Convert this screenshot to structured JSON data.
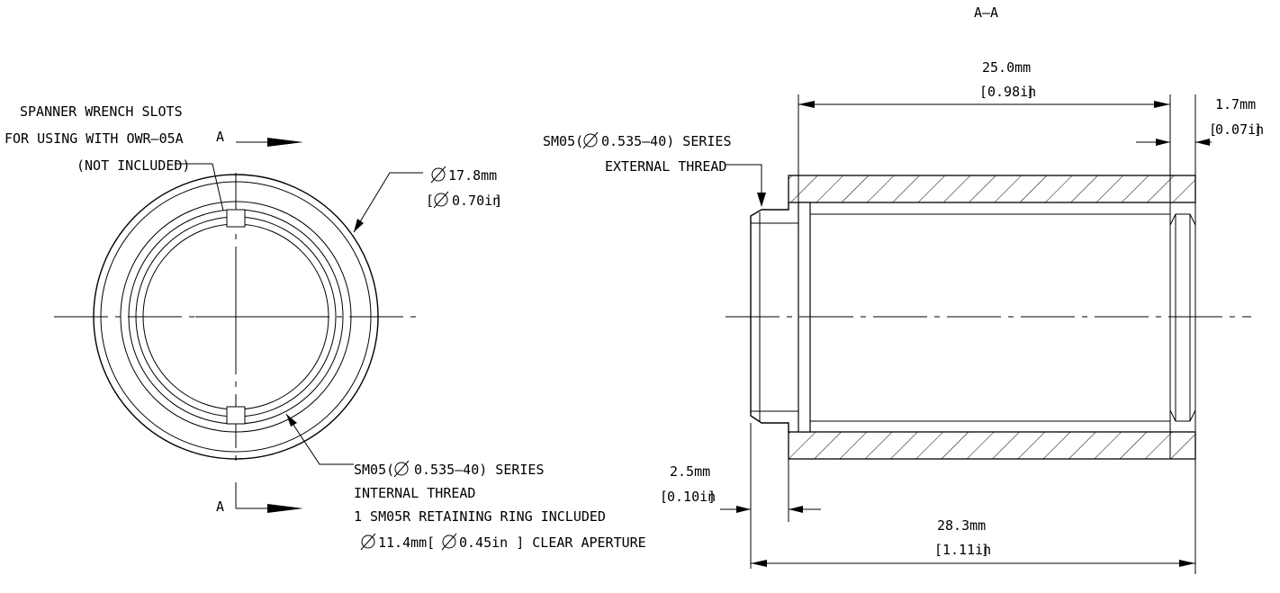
{
  "section_label": "A–A",
  "section_marker": "A",
  "front_view": {
    "spanner_note": [
      "SPANNER WRENCH SLOTS",
      "FOR USING WITH OWR–05A",
      "(NOT INCLUDED)"
    ],
    "outer_dia_mm": "17.8mm",
    "outer_dia_in": "0.70in",
    "thread_note": [
      "SM05(",
      "0.535–40) SERIES",
      "INTERNAL THREAD",
      "1 SM05R RETAINING RING INCLUDED"
    ],
    "aperture_mm": "11.4mm[",
    "aperture_in": "0.45in ] CLEAR APERTURE"
  },
  "section_view": {
    "ext_thread_line1_a": "SM05(",
    "ext_thread_line1_b": "0.535–40) SERIES",
    "ext_thread_line2": "EXTERNAL THREAD",
    "dim_length_mm": "25.0mm",
    "dim_length_in": "0.98in",
    "dim_lip_mm": "1.7mm",
    "dim_lip_in": "0.07in",
    "dim_thread_mm": "2.5mm",
    "dim_thread_in": "0.10in",
    "dim_total_mm": "28.3mm",
    "dim_total_in": "1.11in"
  }
}
